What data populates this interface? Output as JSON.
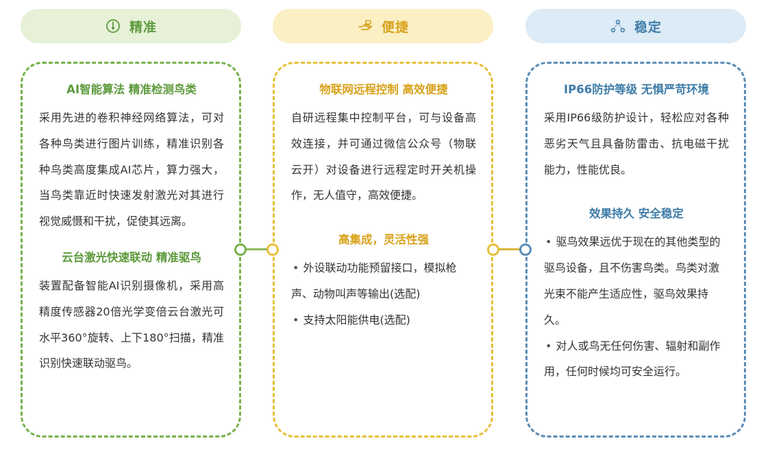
{
  "colors": {
    "green": "#5e9a3d",
    "yellow": "#d8a21c",
    "blue": "#3f7ca8"
  },
  "columns": [
    {
      "tab_label": "精准",
      "icon": "gauge-icon",
      "sections": [
        {
          "heading": "AI智能算法 精准检测鸟类",
          "text": "采用先进的卷积神经网络算法，可对各种鸟类进行图片训练，精准识别各种鸟类高度集成AI芯片，算力强大，当鸟类靠近时快速发射激光对其进行视觉威慑和干扰，促使其远离。"
        },
        {
          "heading": "云台激光快速联动 精准驱鸟",
          "text": "装置配备智能AI识别摄像机，采用高精度传感器20倍光学变倍云台激光可水平360°旋转、上下180°扫描，精准识别快速联动驱鸟。"
        }
      ]
    },
    {
      "tab_label": "便捷",
      "icon": "hand-icon",
      "sections": [
        {
          "heading": "物联网远程控制 高效便捷",
          "text": "自研远程集中控制平台，可与设备高效连接，并可通过微信公众号（物联云开）对设备进行远程定时开关机操作，无人值守，高效便捷。"
        },
        {
          "heading": "高集成，灵活性强",
          "bullets": [
            "外设联动功能预留接口，模拟枪声、动物叫声等输出(选配)",
            "支持太阳能供电(选配)"
          ]
        }
      ]
    },
    {
      "tab_label": "稳定",
      "icon": "network-icon",
      "sections": [
        {
          "heading": "IP66防护等级 无惧严苛环境",
          "text": "采用IP66级防护设计，轻松应对各种恶劣天气且具备防雷击、抗电磁干扰能力，性能优良。"
        },
        {
          "heading": "效果持久 安全稳定",
          "bullets": [
            "驱鸟效果远优于现在的其他类型的驱鸟设备，且不伤害鸟类。鸟类对激光束不能产生适应性，驱鸟效果持久。",
            "对人或鸟无任何伤害、辐射和副作用，任何时候均可安全运行。"
          ]
        }
      ]
    }
  ]
}
